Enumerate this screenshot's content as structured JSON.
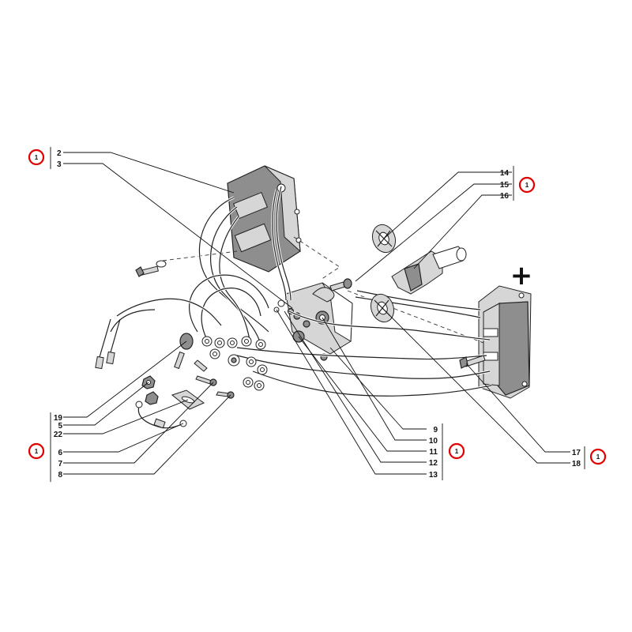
{
  "callouts": {
    "group_top_left": [
      "2",
      "3"
    ],
    "group_top_right": [
      "14",
      "15",
      "16"
    ],
    "group_bottom_left": [
      "19",
      "5",
      "22",
      "6",
      "7",
      "8"
    ],
    "group_bottom_mid": [
      "9",
      "10",
      "11",
      "12",
      "13"
    ],
    "group_bottom_right": [
      "17",
      "18"
    ]
  },
  "qty_badge": "1",
  "qty_badge_color": "#e00000",
  "polarity_symbol": "+"
}
